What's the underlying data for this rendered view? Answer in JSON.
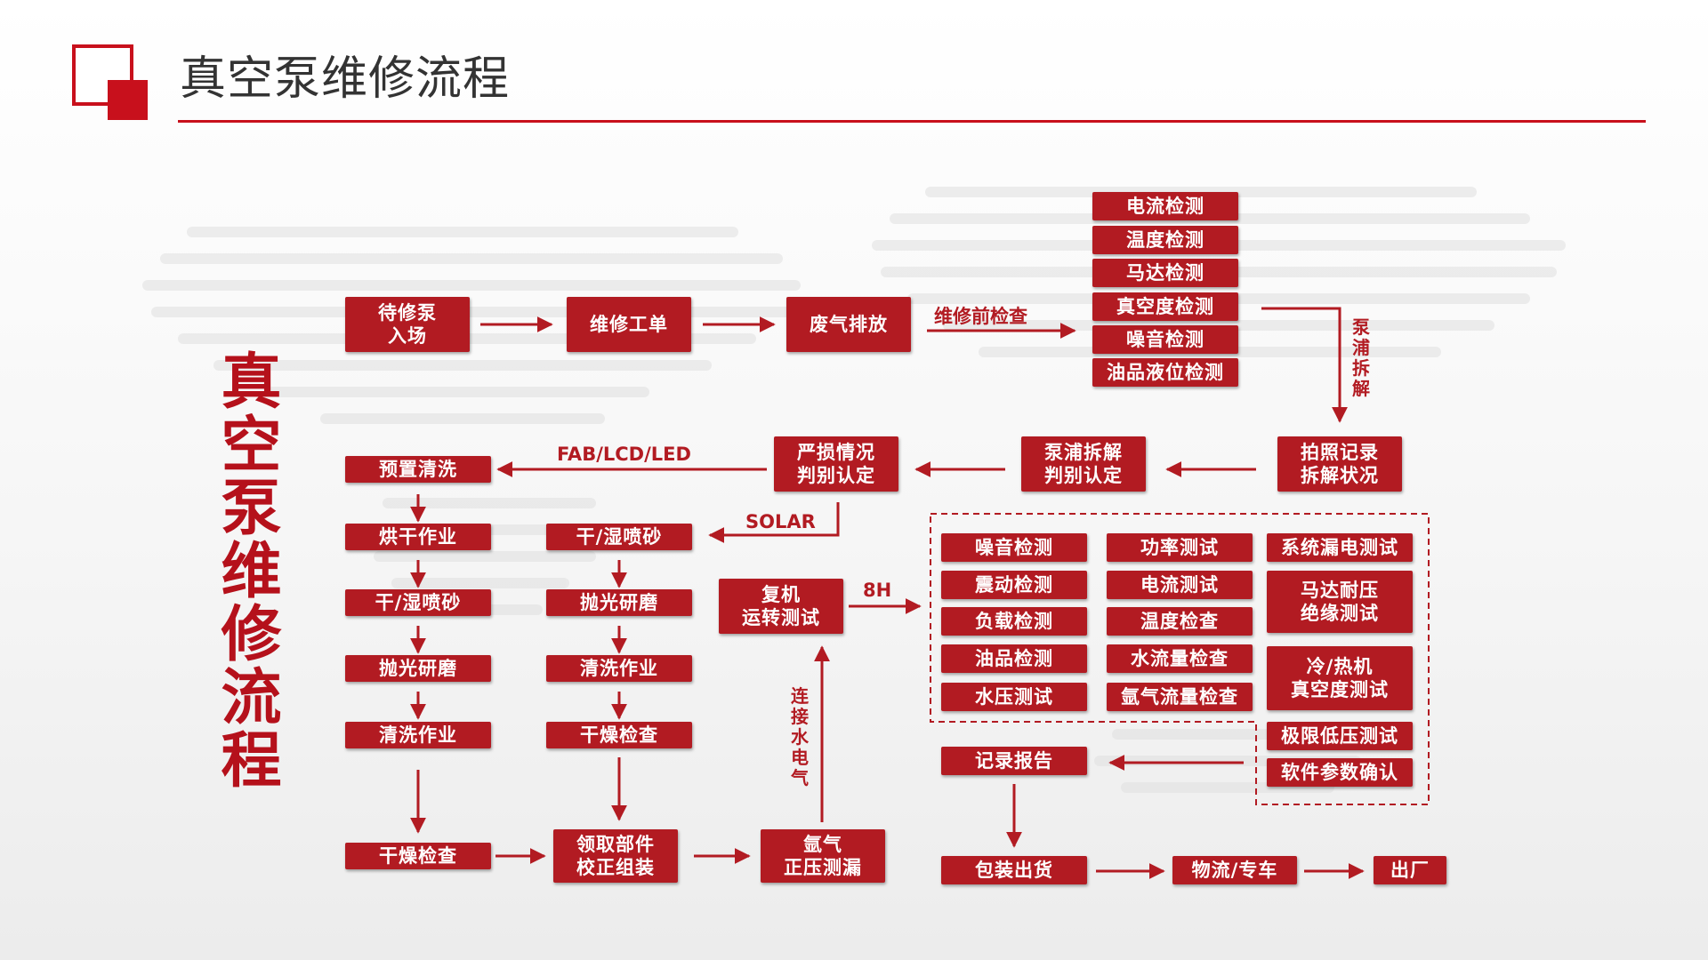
{
  "page_title": "真空泵维修流程",
  "side_title": "真空泵维修流程",
  "nodes": {
    "n_daixiu": "待修泵\n入场",
    "n_gongdan": "维修工单",
    "n_feiqi": "废气排放",
    "n_dianliu": "电流检测",
    "n_wendu": "温度检测",
    "n_mada": "马达检测",
    "n_zhenkong": "真空度检测",
    "n_zaoyin": "噪音检测",
    "n_youpin": "油品液位检测",
    "n_paizhao": "拍照记录\n拆解状况",
    "n_bengpu": "泵浦拆解\n判别认定",
    "n_yansun": "严损情况\n判别认定",
    "n_yuzhi": "预置清洗",
    "n_honggan": "烘干作业",
    "n_penshaL": "干/湿喷砂",
    "n_paoguangL": "抛光研磨",
    "n_qingxiL": "清洗作业",
    "n_ganzaoL": "干燥检查",
    "n_penshaR": "干/湿喷砂",
    "n_paoguangR": "抛光研磨",
    "n_qingxiR": "清洗作业",
    "n_ganzaoR": "干燥检查",
    "n_lingqu": "领取部件\n校正组装",
    "n_danqi": "氩气\n正压测漏",
    "n_fuji": "复机\n运转测试",
    "t_zaoyin": "噪音检测",
    "t_zhendong": "震动检测",
    "t_fuzai": "负载检测",
    "t_youpin": "油品检测",
    "t_shuiya": "水压测试",
    "t_gonglv": "功率测试",
    "t_dianliu": "电流测试",
    "t_wendu": "温度检查",
    "t_shuiliu": "水流量检查",
    "t_danqiliu": "氩气流量检查",
    "t_loudian": "系统漏电测试",
    "t_madanaiya": "马达耐压\n绝缘测试",
    "t_lengre": "冷/热机\n真空度测试",
    "t_jixian": "极限低压测试",
    "t_ruanjian": "软件参数确认",
    "n_jilu": "记录报告",
    "n_baozhuang": "包装出货",
    "n_wuliu": "物流/专车",
    "n_chuchang": "出厂"
  },
  "labels": {
    "pre_check": "维修前检查",
    "pump_disassembly": "泵浦拆解",
    "fab": "FAB/LCD/LED",
    "solar": "SOLAR",
    "hours": "8H",
    "utilities": "连接水电气"
  },
  "colors": {
    "brand": "#b21b22",
    "accent": "#c8101c"
  }
}
